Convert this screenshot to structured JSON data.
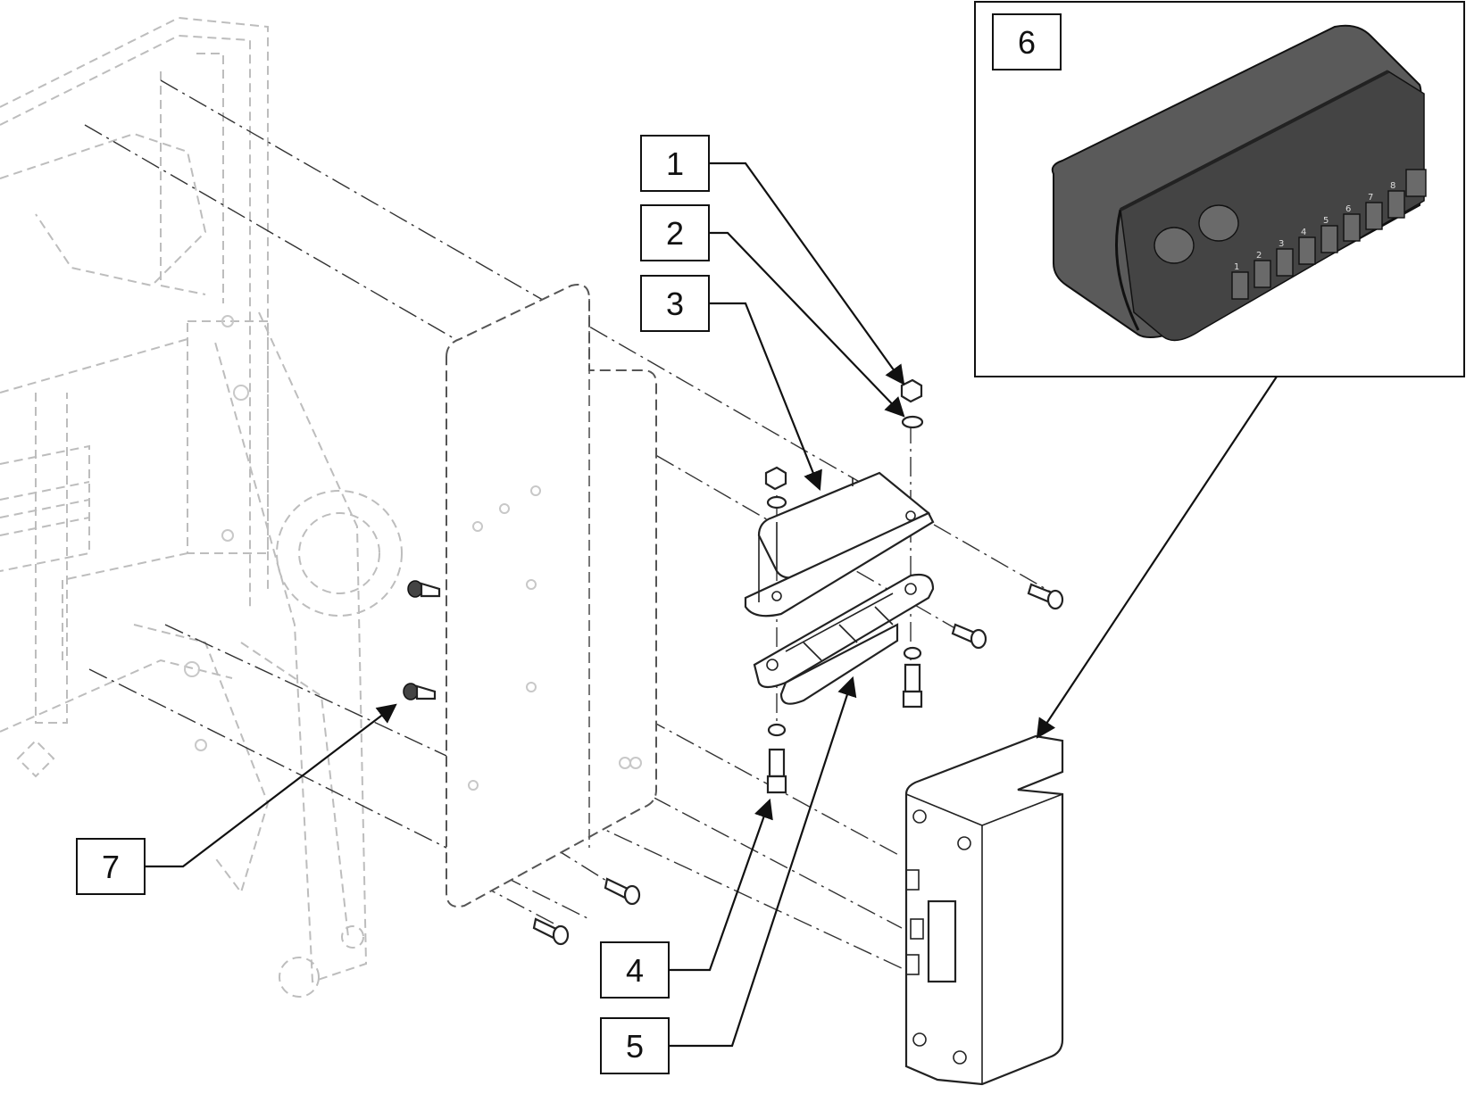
{
  "diagram": {
    "callouts": [
      {
        "id": "1",
        "label": "1"
      },
      {
        "id": "2",
        "label": "2"
      },
      {
        "id": "3",
        "label": "3"
      },
      {
        "id": "4",
        "label": "4"
      },
      {
        "id": "5",
        "label": "5"
      },
      {
        "id": "6",
        "label": "6"
      },
      {
        "id": "7",
        "label": "7"
      }
    ],
    "inset": {
      "port_labels": [
        "1",
        "2",
        "3",
        "4",
        "5",
        "6",
        "7",
        "8"
      ]
    },
    "colors": {
      "line": "#111111",
      "ghost_frame": "#bdbdbd",
      "module_body": "#5a5a5a"
    }
  }
}
